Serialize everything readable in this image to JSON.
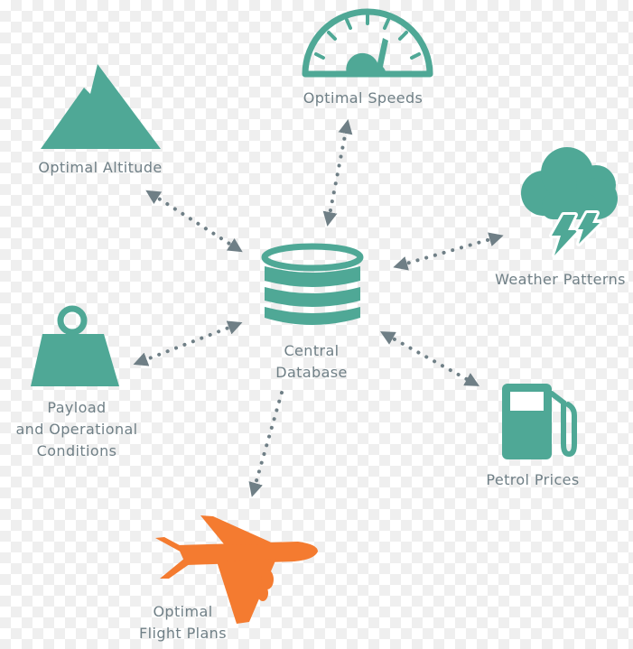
{
  "colors": {
    "node": "#4fa896",
    "accent": "#f47b30",
    "connector": "#6f7f86",
    "text": "#6f7f86"
  },
  "center": {
    "icon": "database-icon",
    "label_line1": "Central",
    "label_line2": "Database"
  },
  "nodes": {
    "speeds": {
      "icon": "speedometer-icon",
      "label": "Optimal Speeds"
    },
    "altitude": {
      "icon": "mountain-icon",
      "label": "Optimal Altitude"
    },
    "weather": {
      "icon": "storm-cloud-icon",
      "label": "Weather Patterns"
    },
    "payload": {
      "icon": "weight-icon",
      "label_line1": "Payload",
      "label_line2": "and Operational",
      "label_line3": "Conditions"
    },
    "petrol": {
      "icon": "fuel-pump-icon",
      "label": "Petrol Prices"
    },
    "flight": {
      "icon": "airplane-icon",
      "label_line1": "Optimal",
      "label_line2": "Flight Plans"
    }
  }
}
